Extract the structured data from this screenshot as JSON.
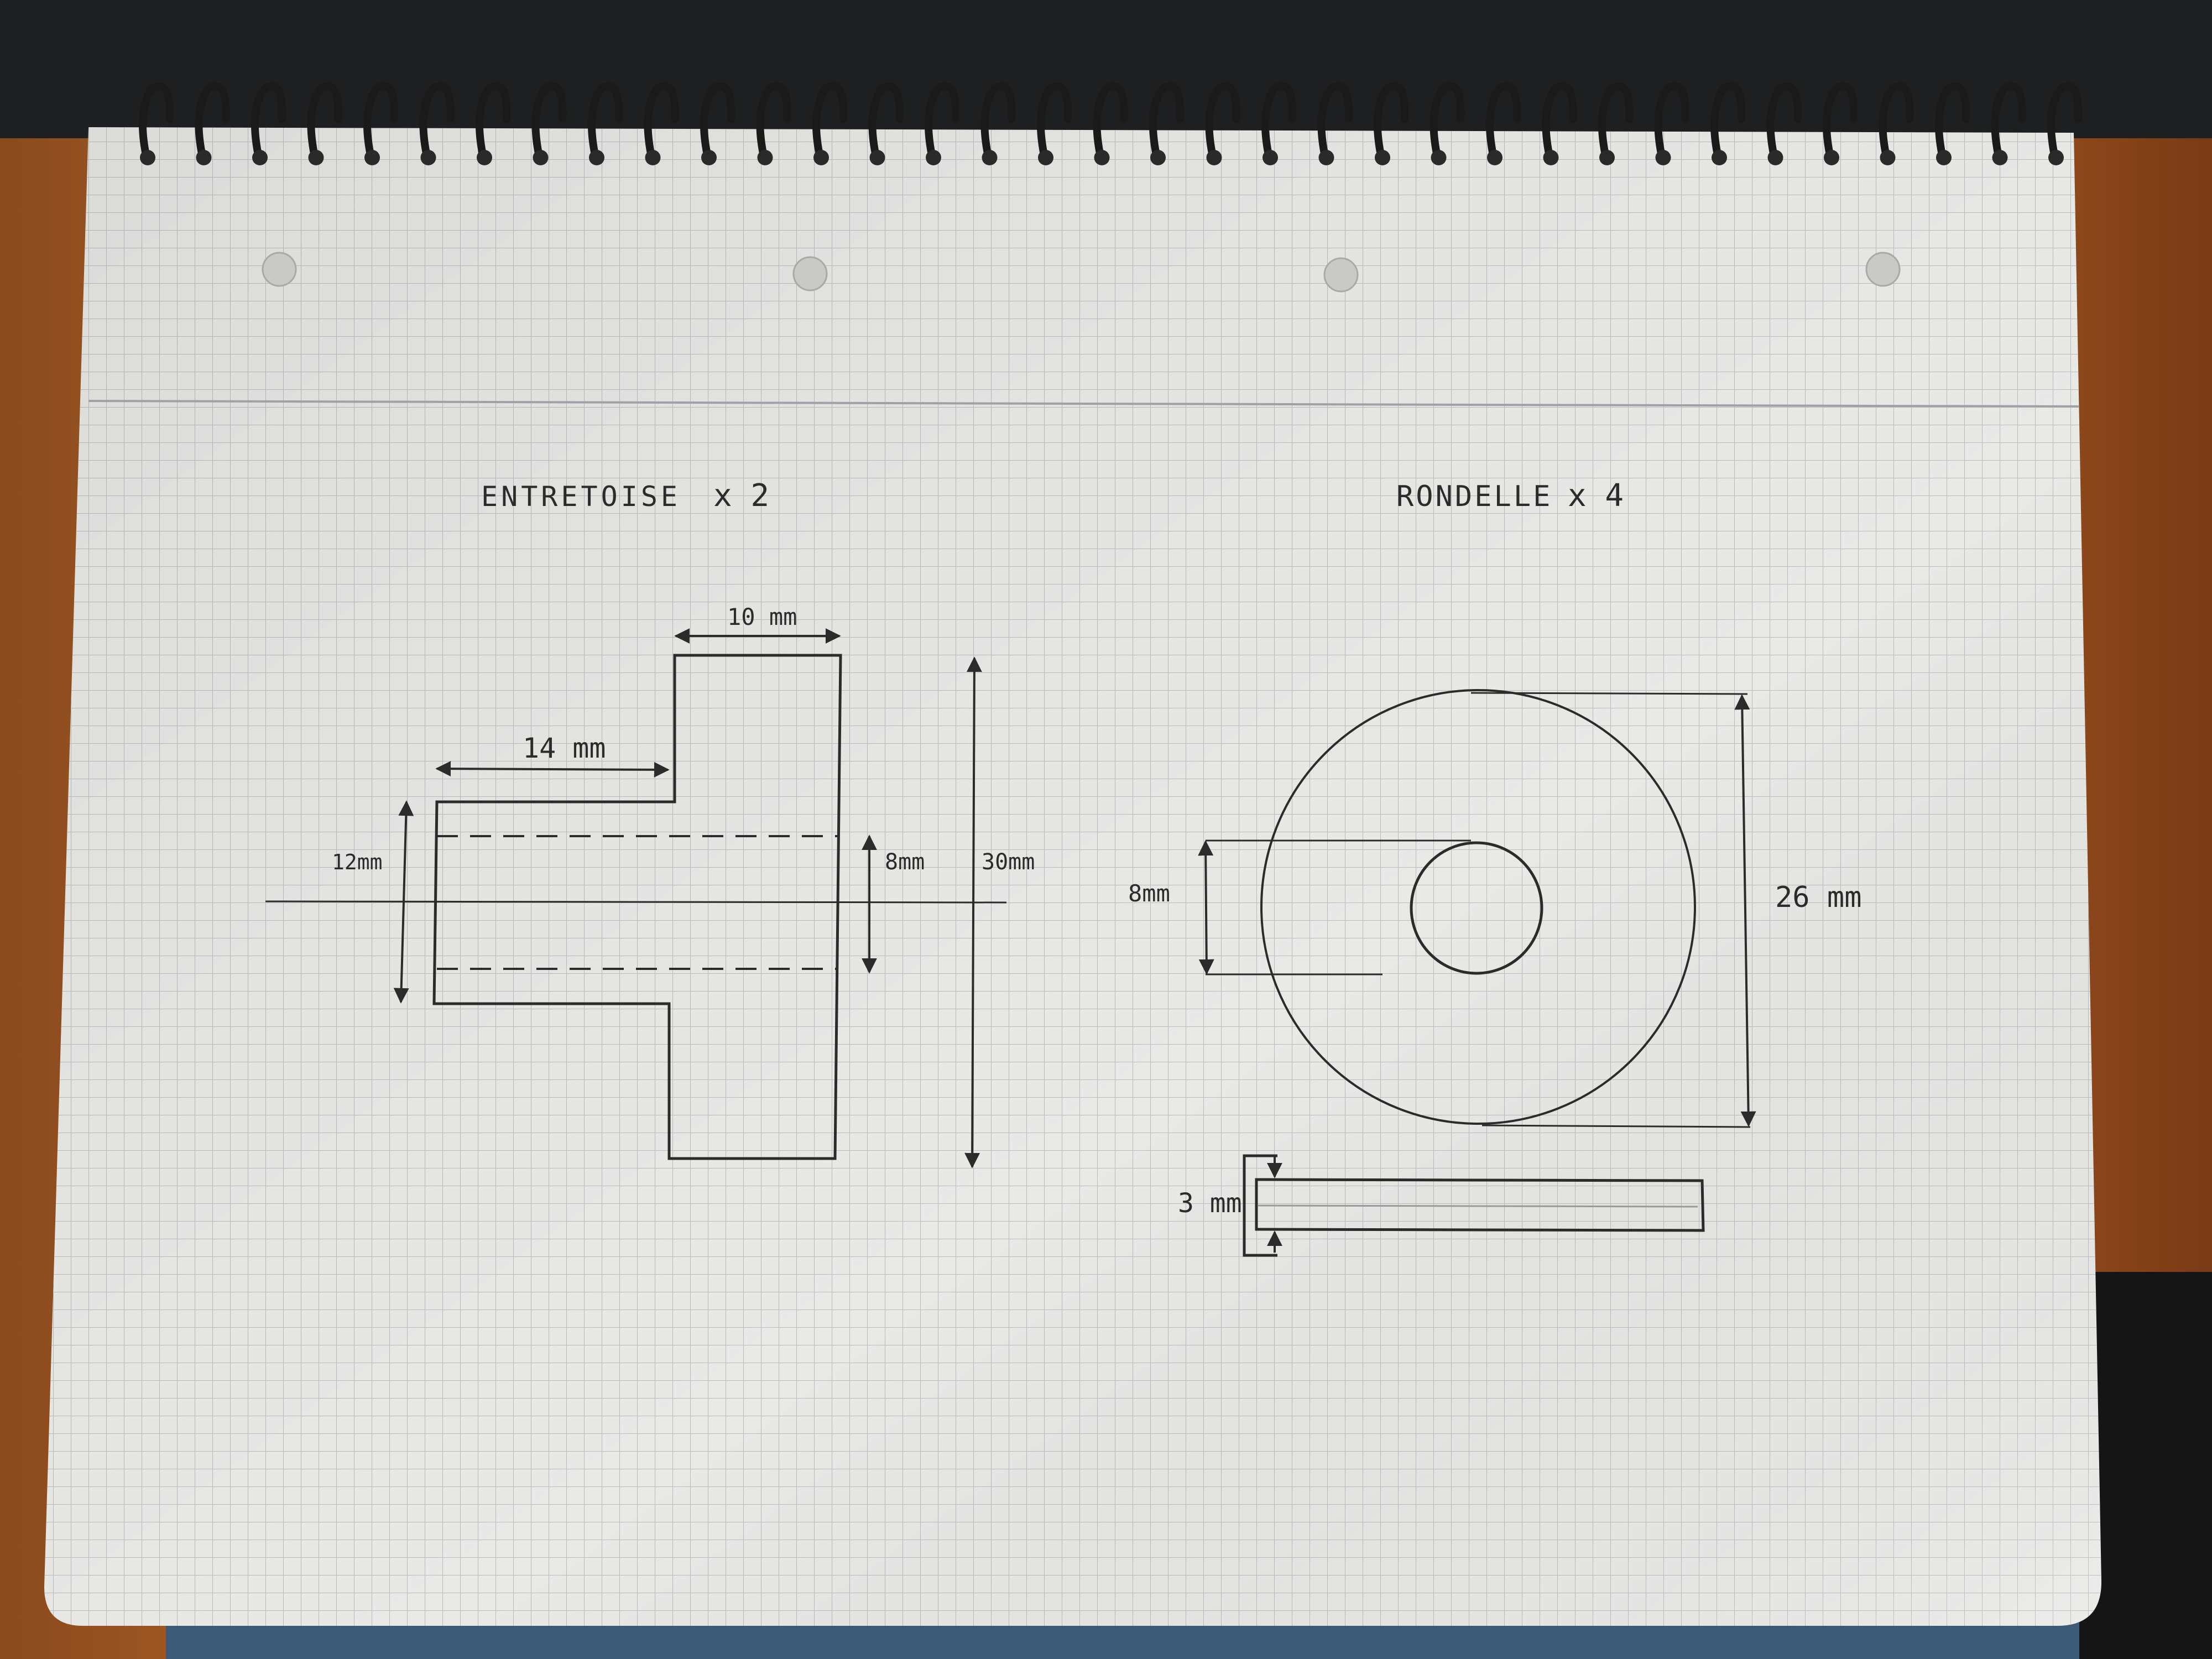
{
  "spacer": {
    "title": "ENTRETOISE",
    "quantity": "x 2",
    "dim_top_width": "10 mm",
    "dim_left_length": "14 mm",
    "dim_stem_height": "12mm",
    "dim_bore": "8mm",
    "dim_total_height": "30mm"
  },
  "washer": {
    "title": "RONDELLE",
    "quantity": "x 4",
    "dim_bore": "8mm",
    "dim_outer_diameter": "26 mm",
    "dim_thickness": "3 mm"
  },
  "colors": {
    "paper": "#e9e9e6",
    "grid": "#b9bcc0",
    "ink": "#2b2b2b",
    "spiral": "#1a1a1a",
    "desk": "#b8692a"
  }
}
